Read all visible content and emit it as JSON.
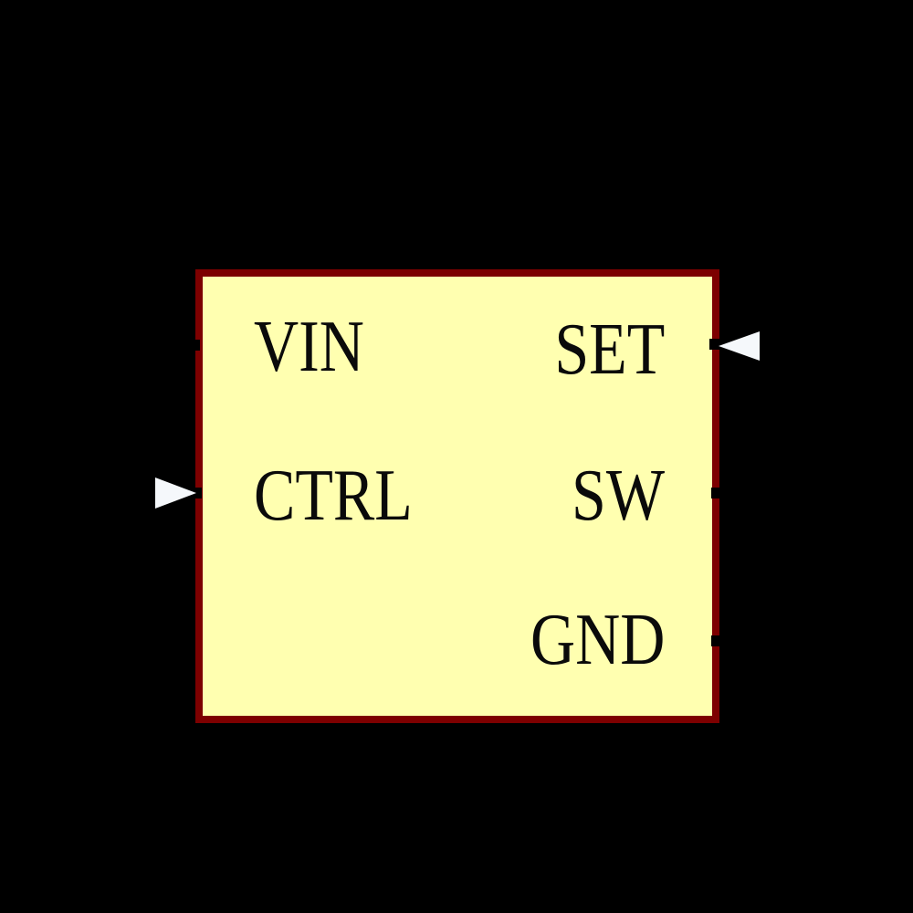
{
  "colors": {
    "canvas_bg": "#000000",
    "body_fill": "#FFFFB0",
    "body_border": "#7D0000",
    "arrow_fill": "#F5F8FB",
    "label_color": "#0A0A0A",
    "pin_stub": "#000000"
  },
  "component": {
    "type": "schematic-ic-symbol",
    "pins": {
      "left": [
        {
          "label": "VIN",
          "has_arrow": false
        },
        {
          "label": "CTRL",
          "has_arrow": true
        }
      ],
      "right": [
        {
          "label": "SET",
          "has_arrow": true
        },
        {
          "label": "SW",
          "has_arrow": false
        },
        {
          "label": "GND",
          "has_arrow": false
        }
      ]
    }
  }
}
